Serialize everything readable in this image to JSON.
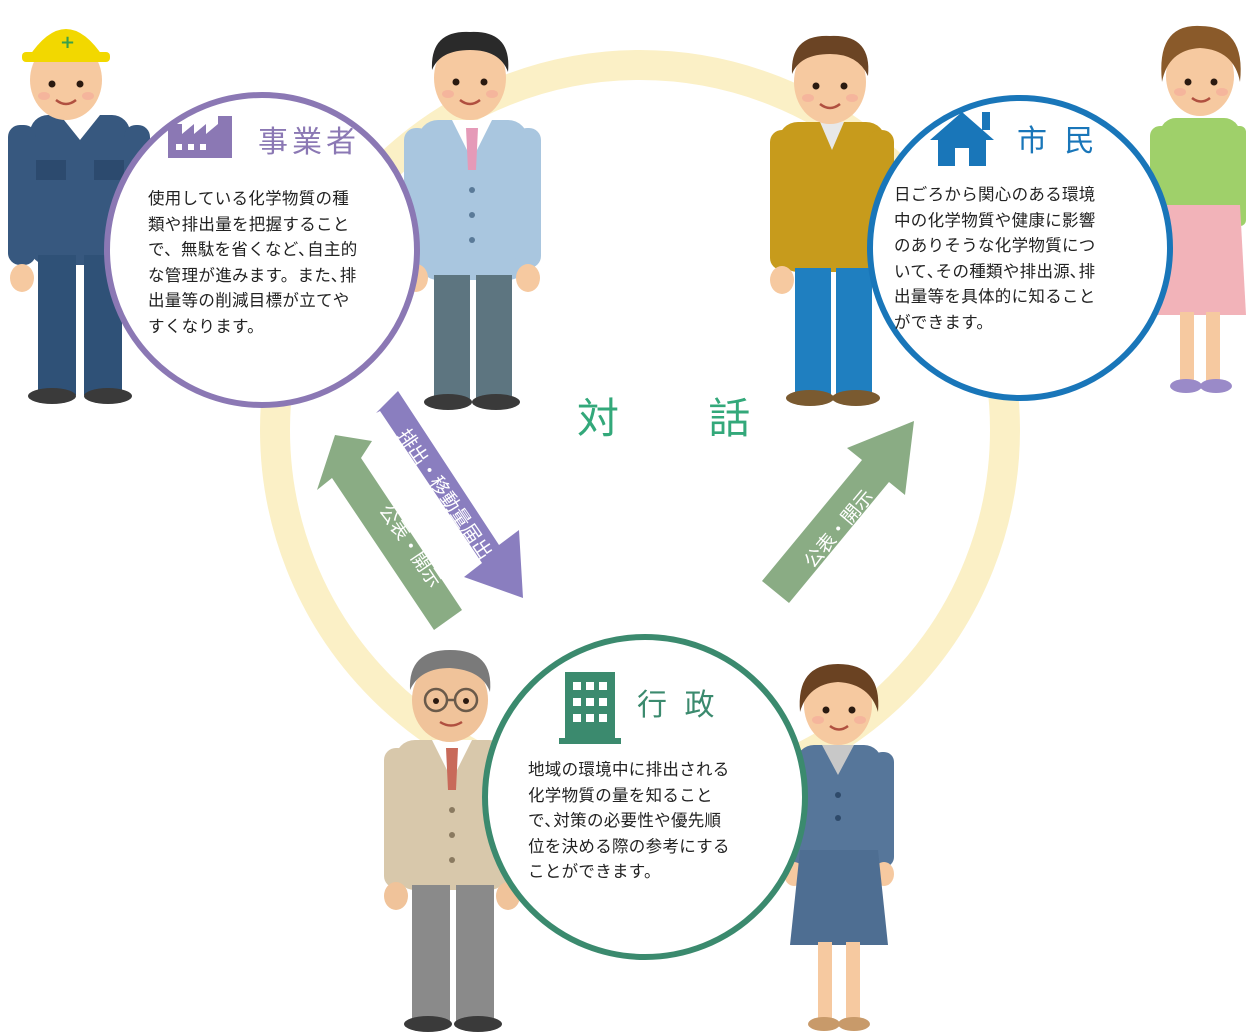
{
  "dialogue": {
    "label": "対 話"
  },
  "business": {
    "title": "事業者",
    "icon": "factory-icon",
    "color": "#8b78b4",
    "text": "使用している化学物質の種\n類や排出量を把握すること\nで、無駄を省くなど､自主的\nな管理が進みます。また､排\n出量等の削減目標が立てや\nすくなります。"
  },
  "citizen": {
    "title": "市 民",
    "icon": "house-icon",
    "color": "#1976b9",
    "text": "日ごろから関心のある環境\n中の化学物質や健康に影響\nのありそうな化学物質につ\nいて､その種類や排出源､排\n出量等を具体的に知ること\nができます。"
  },
  "government": {
    "title": "行 政",
    "icon": "building-icon",
    "color": "#3b8a6e",
    "text": "地域の環境中に排出される\n化学物質の量を知ること\nで､対策の必要性や優先順\n位を決める際の参考にする\nことができます。"
  },
  "arrows": {
    "report": {
      "label": "排出・移動量届出",
      "color": "#8a7ebf"
    },
    "disclose_business": {
      "label": "公表・開示",
      "color": "#8aac84"
    },
    "disclose_citizen": {
      "label": "公表・開示",
      "color": "#8aac84"
    }
  },
  "colors": {
    "ring": "#fbf0c6"
  }
}
